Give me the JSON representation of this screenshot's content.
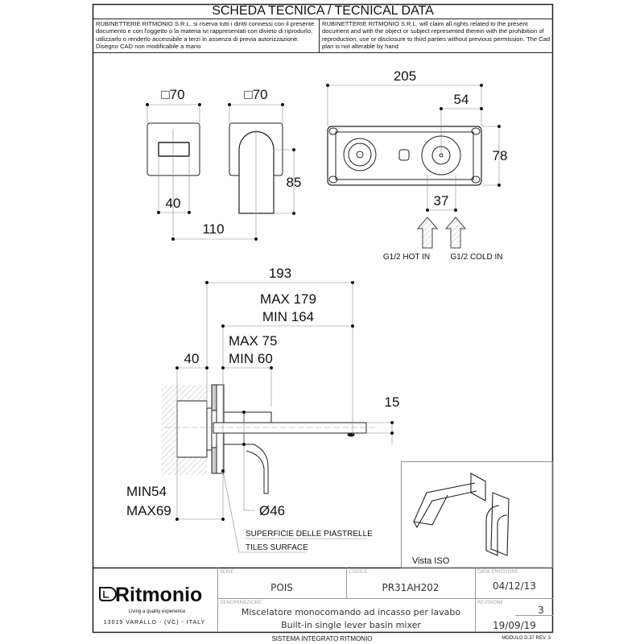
{
  "header": {
    "title": "SCHEDA TECNICA / TECNICAL DATA",
    "notice_it": "RUBINETTERIE RITMONIO S.R.L. si riserva tutti i diritti connessi con il presente documento e con l'oggetto o la materia ivi rappresentati con divieto di riprodurlo, utilizzarlo o renderlo accessibile a terzi in assenza di previa autorizzazione. Disegno CAD non modificabile a mano",
    "notice_en": "RUBINETTERIE RITMONIO S.R.L. will claim all rights related to the present document and with the object or subject represented therein with the prohibition  of reproduction, use or disclosure to third parties without previous permission.  The Cad plan is not alterable by hand"
  },
  "drawing": {
    "front_plate_size": "□70",
    "front_handle_size": "□70",
    "dim_40_front": "40",
    "dim_110": "110",
    "dim_85": "85",
    "dim_205": "205",
    "dim_54": "54",
    "dim_78": "78",
    "dim_37": "37",
    "hot_in": "G1/2 HOT IN",
    "cold_in": "G1/2 COLD IN",
    "dim_193": "193",
    "max_179": "MAX 179",
    "min_164": "MIN 164",
    "max_75": "MAX 75",
    "min_60": "MIN 60",
    "dim_40_side": "40",
    "dim_15": "15",
    "min_54": "MIN54",
    "max_69": "MAX69",
    "diameter_46": "Ø46",
    "tiles_it": "SUPERFICIE DELLE PIASTRELLE",
    "tiles_en": "TILES SURFACE",
    "iso_view": "Vista ISO"
  },
  "title_block": {
    "brand": "Ritmonio",
    "tagline": "Living a quality experience",
    "address": "13019 VARALLO - (VC) - ITALY",
    "serie_label": "SERIE",
    "serie": "POIS",
    "codice_label": "CODICE",
    "codice": "PR31AH202",
    "data_label": "DATA EMISSIONE",
    "data_emissione": "04/12/13",
    "denominazione_label": "DENOMINAZIONE",
    "description_it": "Miscelatore monocomando ad incasso per lavabo",
    "description_en": "Built-in single lever basin mixer",
    "revisione_label": "REVISIONE",
    "revisione": "3",
    "revision_date": "19/09/19"
  },
  "footer": {
    "system": "SISTEMA INTEGRATO RITMONIO",
    "module": "MODULO D.37 REV. 3"
  }
}
